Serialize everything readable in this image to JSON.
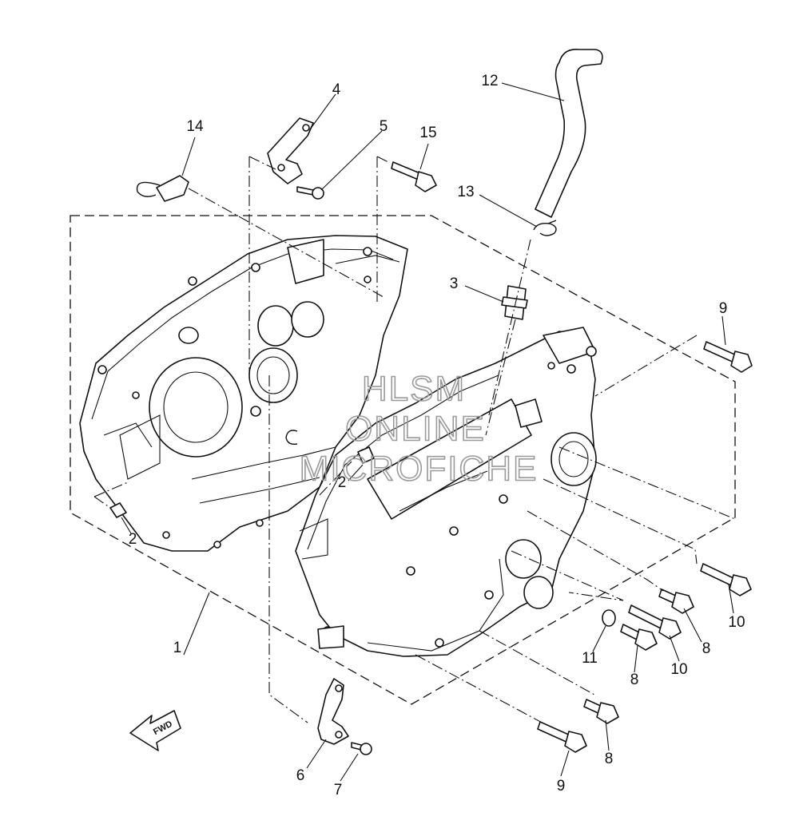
{
  "diagram": {
    "callouts": {
      "c1": "1",
      "c2a": "2",
      "c2b": "2",
      "c3": "3",
      "c4": "4",
      "c5": "5",
      "c6": "6",
      "c7": "7",
      "c8a": "8",
      "c8b": "8",
      "c8c": "8",
      "c9a": "9",
      "c9b": "9",
      "c10a": "10",
      "c10b": "10",
      "c11": "11",
      "c12": "12",
      "c13": "13",
      "c14": "14",
      "c15": "15"
    },
    "fwd_arrow_label": "FWD",
    "watermark": {
      "line1": "HLSM",
      "line2": "ONLINE",
      "line3": "MICROFICHE"
    }
  }
}
